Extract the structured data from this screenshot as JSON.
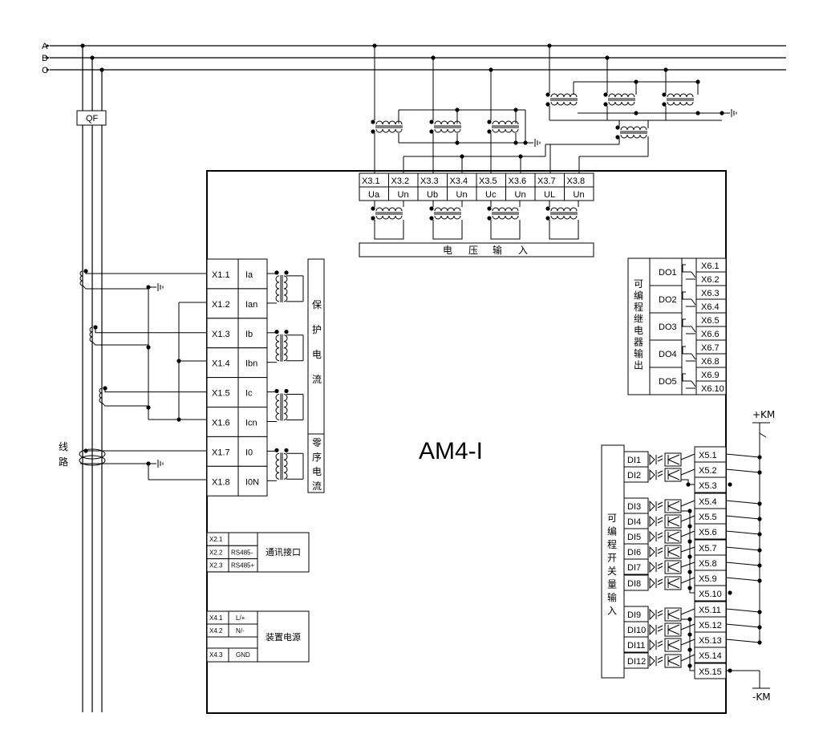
{
  "device": {
    "model": "AM4-I"
  },
  "phases": [
    "A",
    "B",
    "C"
  ],
  "breaker": "QF",
  "line_label": [
    "线",
    "路"
  ],
  "voltage": {
    "terminals": [
      "X3.1",
      "X3.2",
      "X3.3",
      "X3.4",
      "X3.5",
      "X3.6",
      "X3.7",
      "X3.8"
    ],
    "signals": [
      "Ua",
      "Un",
      "Ub",
      "Un",
      "Uc",
      "Un",
      "UL",
      "Un"
    ],
    "label": [
      "电",
      "压",
      "输",
      "入"
    ]
  },
  "current": {
    "terminals": [
      "X1.1",
      "X1.2",
      "X1.3",
      "X1.4",
      "X1.5",
      "X1.6",
      "X1.7",
      "X1.8"
    ],
    "signals": [
      "Ia",
      "Ian",
      "Ib",
      "Ibn",
      "Ic",
      "Icn",
      "I0",
      "I0N"
    ],
    "protect_label": [
      "保",
      "护",
      "电",
      "流"
    ],
    "zero_label": [
      "零",
      "序",
      "电",
      "流"
    ]
  },
  "comm": {
    "terminals": [
      "X2.1",
      "X2.2",
      "X2.3"
    ],
    "signals": [
      "",
      "RS485-",
      "RS485+"
    ],
    "label": "通讯接口"
  },
  "power": {
    "terminals": [
      "X4.1",
      "X4.2",
      "X4.3"
    ],
    "signals": [
      "L/+",
      "N/-",
      "GND"
    ],
    "label": "装置电源"
  },
  "relay": {
    "label": [
      "可",
      "编",
      "程",
      "继",
      "电",
      "器",
      "输",
      "出"
    ],
    "outputs": [
      "DO1",
      "DO2",
      "DO3",
      "DO4",
      "DO5"
    ],
    "terminals": [
      "X6.1",
      "X6.2",
      "X6.3",
      "X6.4",
      "X6.5",
      "X6.6",
      "X6.7",
      "X6.8",
      "X6.9",
      "X6.10"
    ]
  },
  "digital_in": {
    "label": [
      "可",
      "编",
      "程",
      "开",
      "关",
      "量",
      "输",
      "入"
    ],
    "inputs": [
      "DI1",
      "DI2",
      "DI3",
      "DI4",
      "DI5",
      "DI6",
      "DI7",
      "DI8",
      "DI9",
      "DI10",
      "DI11",
      "DI12"
    ],
    "terminals": [
      "X5.1",
      "X5.2",
      "X5.3",
      "X5.4",
      "X5.5",
      "X5.6",
      "X5.7",
      "X5.8",
      "X5.9",
      "X5.10",
      "X5.11",
      "X5.12",
      "X5.13",
      "X5.14",
      "X5.15"
    ]
  },
  "supply": {
    "plus": "+KM",
    "minus": "-KM"
  }
}
